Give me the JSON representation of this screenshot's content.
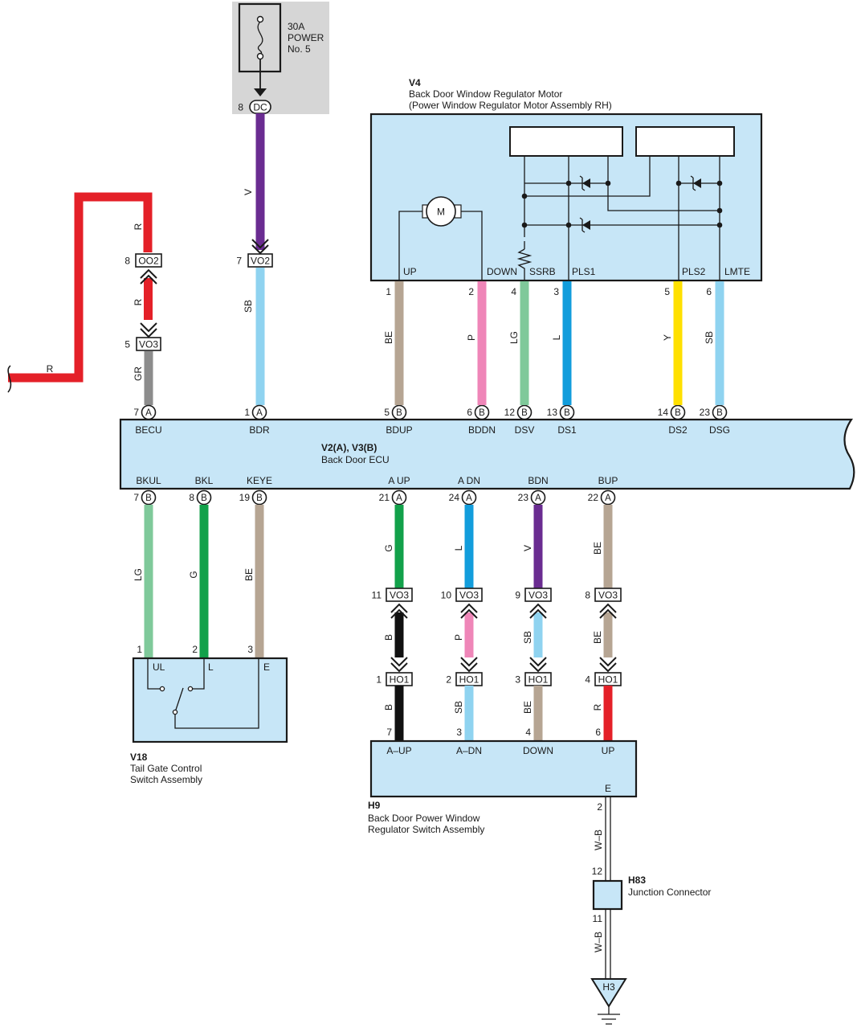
{
  "colors": {
    "R": "#e42028",
    "V": "#6a2c91",
    "SB": "#8fd3f0",
    "GR": "#8c8c8c",
    "BE": "#b6a593",
    "P": "#ef86b8",
    "LG": "#7fc99a",
    "L": "#129ddc",
    "Y": "#ffe000",
    "G": "#12a14a",
    "B": "#111111",
    "W-B": "#333333",
    "component_fill": "#c7e6f7",
    "fuse_area": "#d6d6d6"
  },
  "fuse": {
    "line1": "30A",
    "line2": "POWER",
    "line3": "No. 5",
    "pin": "8",
    "connector": "DC"
  },
  "v4": {
    "id": "V4",
    "title": "Back Door Window Regulator Motor",
    "subtitle": "(Power Window Regulator Motor Assembly RH)",
    "motor": "M",
    "terminals": [
      "UP",
      "DOWN",
      "SSRB",
      "PLS1",
      "PLS2",
      "LMTE"
    ]
  },
  "ecu": {
    "id": "V2(A), V3(B)",
    "title": "Back Door ECU",
    "top_terms": [
      "BECU",
      "BDR",
      "BDUP",
      "BDDN",
      "DSV",
      "DS1",
      "DS2",
      "DSG"
    ],
    "bottom_terms": [
      "BKUL",
      "BKL",
      "KEYE",
      "A UP",
      "A DN",
      "BDN",
      "BUP"
    ],
    "top_pins": [
      "7",
      "1",
      "5",
      "6",
      "12",
      "13",
      "14",
      "23"
    ],
    "top_pin_letters": [
      "A",
      "A",
      "B",
      "B",
      "B",
      "B",
      "B",
      "B"
    ],
    "bottom_pins": [
      "7",
      "8",
      "19",
      "21",
      "24",
      "23",
      "22"
    ],
    "bottom_pin_letters": [
      "B",
      "B",
      "B",
      "A",
      "A",
      "A",
      "A"
    ]
  },
  "wires": {
    "left_wire": "R",
    "becu_upper": "R",
    "becu_mid": "R",
    "becu_lower": "GR",
    "bdr_upper": "V",
    "bdr_lower": "SB",
    "v4": [
      "BE",
      "P",
      "LG",
      "L",
      "Y",
      "SB"
    ],
    "v4_pins": [
      "1",
      "2",
      "4",
      "3",
      "5",
      "6"
    ],
    "v18": [
      "LG",
      "G",
      "BE"
    ],
    "ecu_to_vo3": [
      "G",
      "L",
      "V",
      "BE"
    ],
    "vo3_to_ho1": [
      "B",
      "P",
      "SB",
      "BE"
    ],
    "ho1_to_h9": [
      "B",
      "SB",
      "BE",
      "R"
    ],
    "ground_upper": "W–B",
    "ground_lower": "W–B"
  },
  "connectors": {
    "oo2": {
      "pin": "8",
      "name": "OO2"
    },
    "vo3_becu": {
      "pin": "5",
      "name": "VO3"
    },
    "vo2": {
      "pin": "7",
      "name": "VO2"
    },
    "vo3_row": [
      {
        "pin": "11",
        "name": "VO3"
      },
      {
        "pin": "10",
        "name": "VO3"
      },
      {
        "pin": "9",
        "name": "VO3"
      },
      {
        "pin": "8",
        "name": "VO3"
      }
    ],
    "ho1_row": [
      {
        "pin": "1",
        "name": "HO1"
      },
      {
        "pin": "2",
        "name": "HO1"
      },
      {
        "pin": "3",
        "name": "HO1"
      },
      {
        "pin": "4",
        "name": "HO1"
      }
    ]
  },
  "v18": {
    "id": "V18",
    "title_line1": "Tail Gate Control",
    "title_line2": "Switch Assembly",
    "terminals": [
      "UL",
      "L",
      "E"
    ],
    "pins": [
      "1",
      "2",
      "3"
    ]
  },
  "h9": {
    "id": "H9",
    "title_line1": "Back Door Power Window",
    "title_line2": "Regulator Switch Assembly",
    "terminals": [
      "A–UP",
      "A–DN",
      "DOWN",
      "UP"
    ],
    "pins": [
      "7",
      "3",
      "4",
      "6"
    ],
    "e_term": "E",
    "e_pin": "2"
  },
  "h83": {
    "id": "H83",
    "title": "Junction Connector",
    "pin_top": "12",
    "pin_bottom": "11"
  },
  "ground": {
    "id": "H3"
  }
}
